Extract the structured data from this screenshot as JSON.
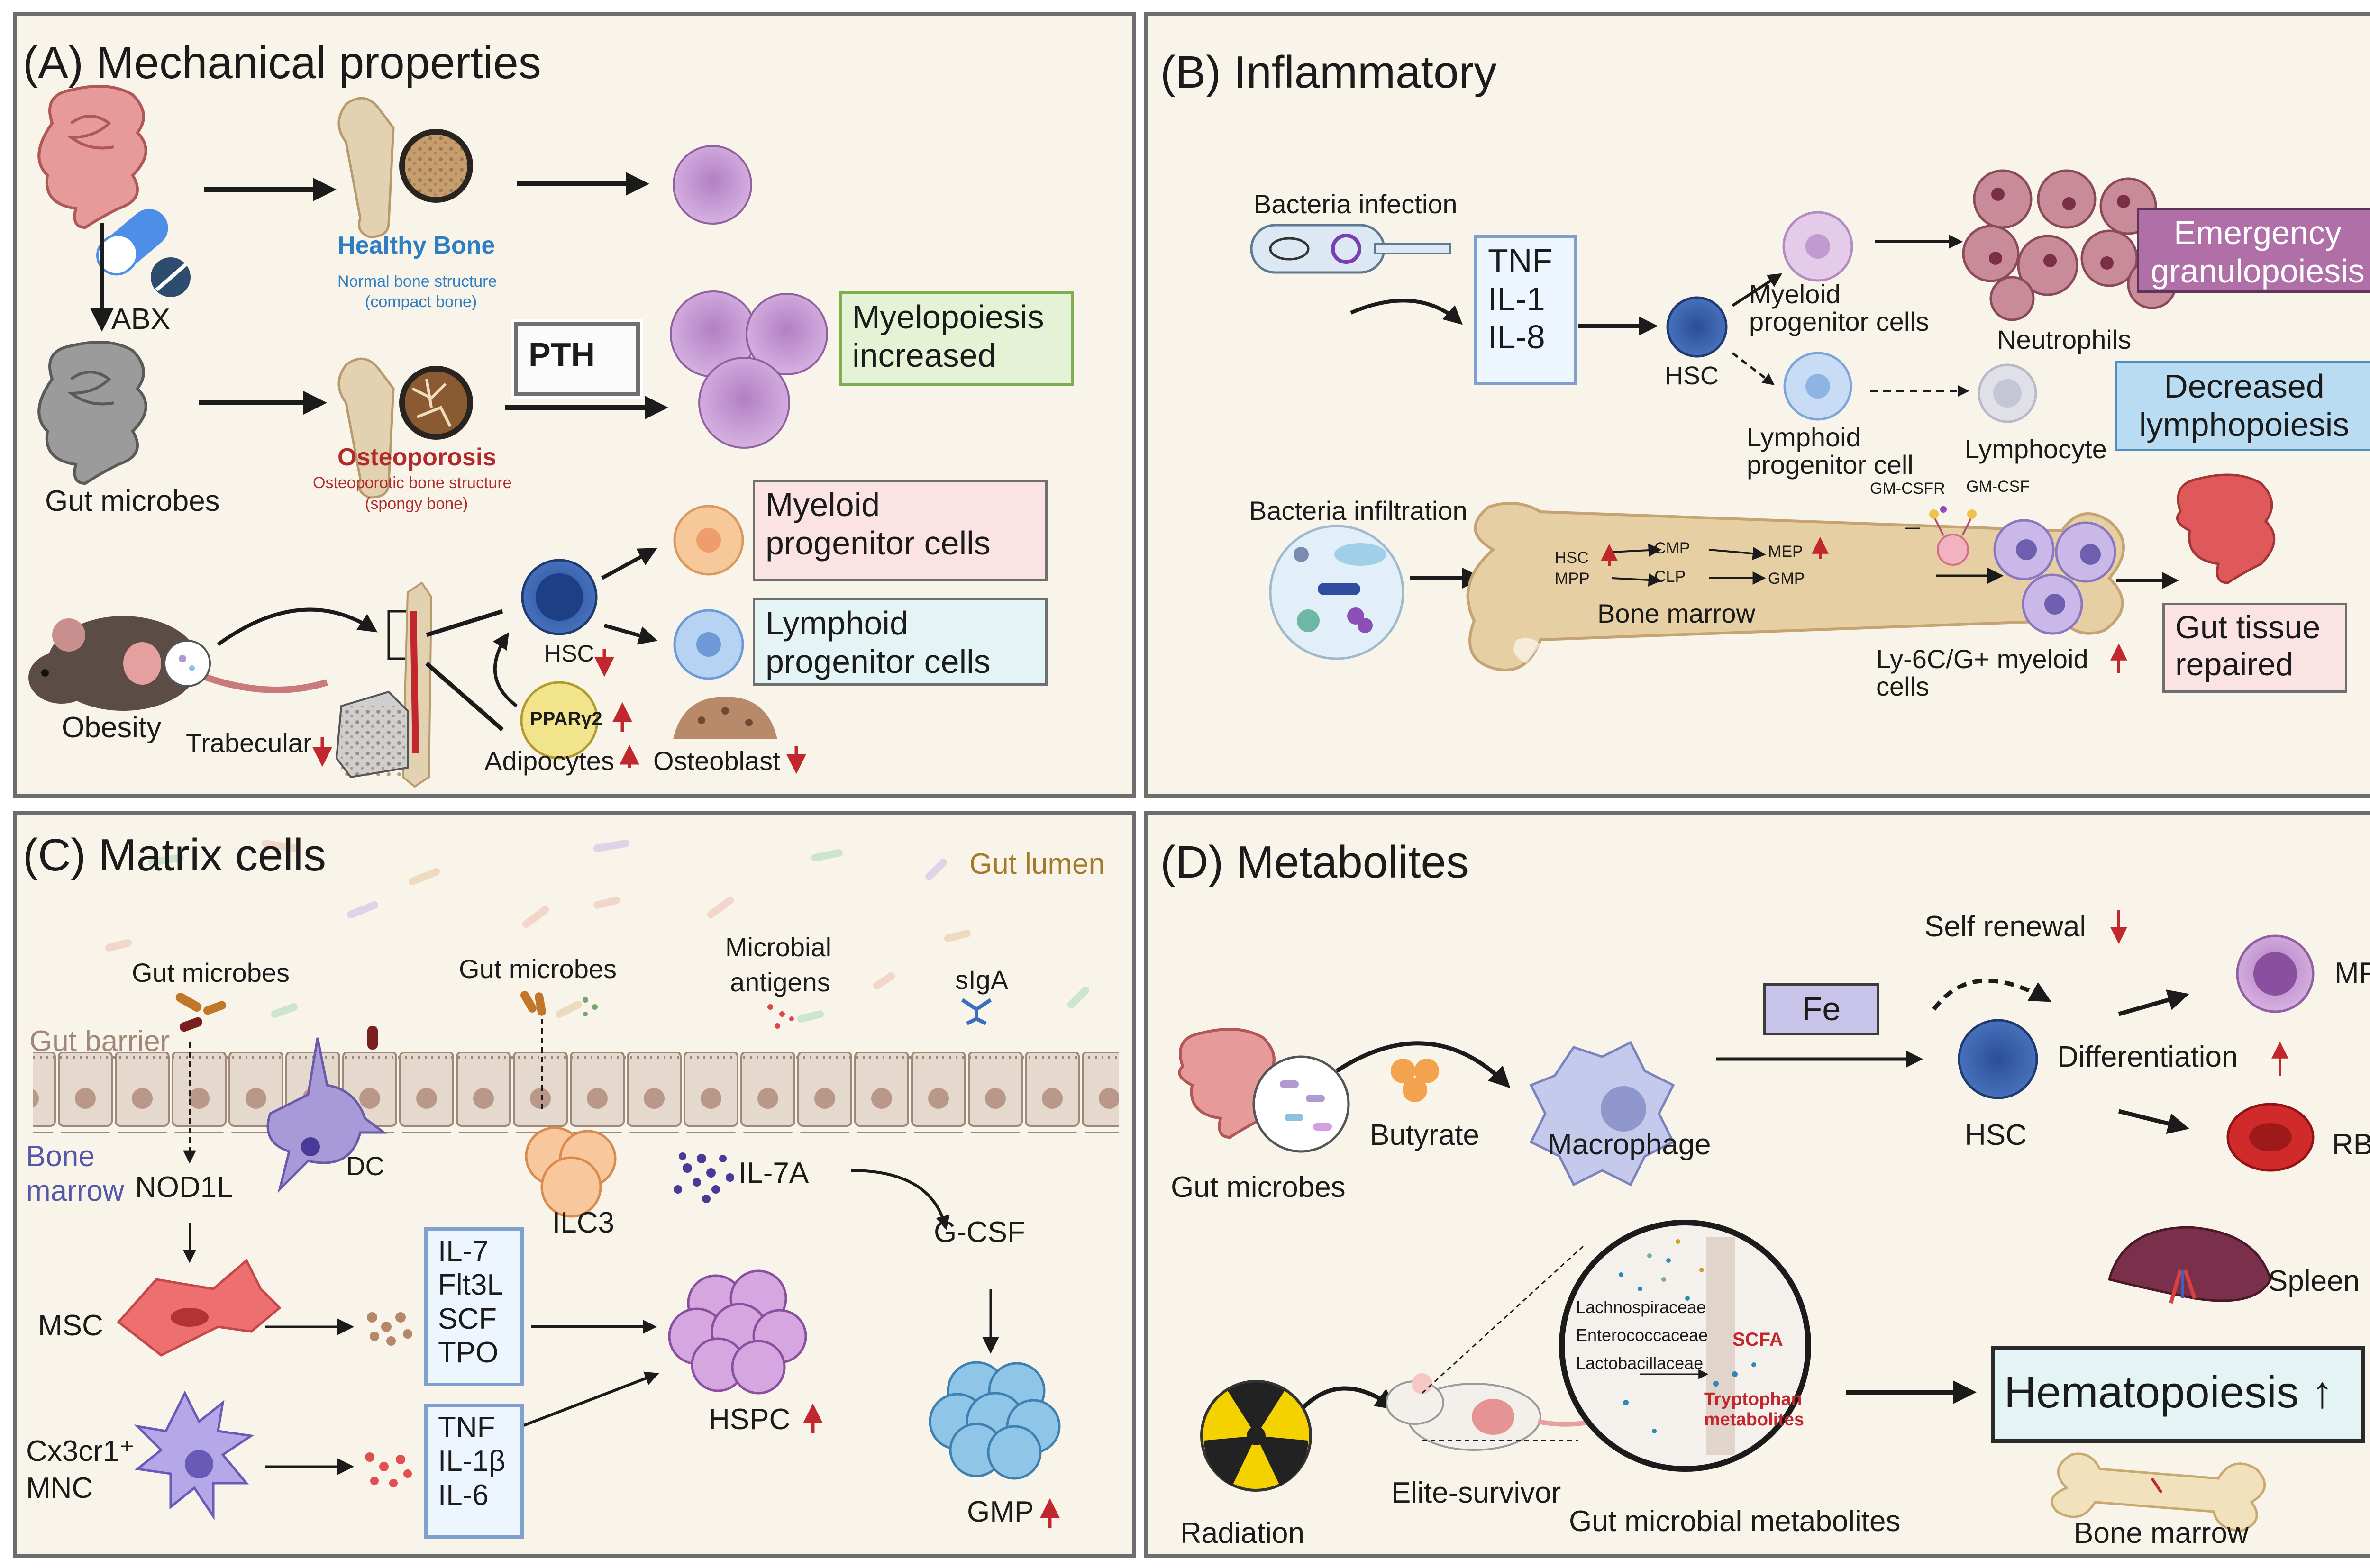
{
  "colors": {
    "panel_bg": "#f8f4ea",
    "panel_border": "#6d6d6d",
    "red_arrow": "#c1272d",
    "healthy_blue": "#2f7ec2",
    "osteo_red": "#b12b2b",
    "gut_lumen": "#a37a2a",
    "bone_marrow_label": "#5558a8"
  },
  "panelA": {
    "title": "(A) Mechanical properties",
    "abx": "ABX",
    "healthy_bone": "Healthy Bone",
    "healthy_desc1": "Normal bone structure",
    "healthy_desc2": "(compact bone)",
    "gut_microbes": "Gut microbes",
    "osteoporosis": "Osteoporosis",
    "osteo_desc1": "Osteoporotic bone structure",
    "osteo_desc2": "(spongy bone)",
    "pth": "PTH",
    "myelopoiesis": [
      "Myelopoiesis",
      "increased"
    ],
    "myeloid_box": [
      "Myeloid",
      "progenitor cells"
    ],
    "lymphoid_box": [
      "Lymphoid",
      "progenitor cells"
    ],
    "obesity": "Obesity",
    "trabecular": "Trabecular",
    "hsc": "HSC",
    "ppar": "PPARγ2",
    "adipocytes": "Adipocytes",
    "osteoblast": "Osteoblast"
  },
  "panelB": {
    "title": "(B) Inflammatory",
    "bacteria_infection": "Bacteria infection",
    "cytokines": [
      "TNF",
      "IL-1",
      "IL-8"
    ],
    "hsc": "HSC",
    "myeloid": [
      "Myeloid",
      "progenitor cells"
    ],
    "lymphoid": [
      "Lymphoid",
      "progenitor cell"
    ],
    "neutrophils": "Neutrophils",
    "lymphocyte": "Lymphocyte",
    "emergency": [
      "Emergency",
      "granulopoiesis"
    ],
    "decreased": [
      "Decreased",
      "lymphopoiesis"
    ],
    "bacteria_infiltration": "Bacteria infiltration",
    "marrow_labels": {
      "hsc": "HSC",
      "mpp": "MPP",
      "cmp": "CMP",
      "clp": "CLP",
      "mep": "MEP",
      "gmp": "GMP"
    },
    "bone_marrow": "Bone marrow",
    "gmcsfr": "GM-CSFR",
    "gmcsf": "GM-CSF",
    "ly6c": [
      "Ly-6C/G+ myeloid",
      "cells"
    ],
    "gut_tissue": [
      "Gut tissue",
      "repaired"
    ]
  },
  "panelC": {
    "title": "(C) Matrix cells",
    "gut_lumen": "Gut lumen",
    "gut_microbes_1": "Gut microbes",
    "gut_microbes_2": "Gut microbes",
    "microbial_antigens": [
      "Microbial",
      "antigens"
    ],
    "siga": "sIgA",
    "gut_barrier": "Gut barrier",
    "bone_marrow": [
      "Bone",
      "marrow"
    ],
    "nod1l": "NOD1L",
    "dc": "DC",
    "ilc3": "ILC3",
    "il7a": "IL-7A",
    "gcsf": "G-CSF",
    "msc": "MSC",
    "factors1": [
      "IL-7",
      "Flt3L",
      "SCF",
      "TPO"
    ],
    "factors2": [
      "TNF",
      "IL-1β",
      "IL-6"
    ],
    "cx3cr1": [
      "Cx3cr1⁺",
      "MNC"
    ],
    "hspc": "HSPC",
    "gmp": "GMP"
  },
  "panelD": {
    "title": "(D) Metabolites",
    "self_renewal": "Self renewal",
    "fe": "Fe",
    "mpp": "MPP",
    "differentiation": "Differentiation",
    "butyrate": "Butyrate",
    "macrophage": "Macrophage",
    "hsc": "HSC",
    "rbc": "RBC",
    "gut_microbes": "Gut microbes",
    "spleen": "Spleen",
    "bacteria_list": [
      "Lachnospiraceae",
      "Enterococcaceae",
      "Lactobacillaceae"
    ],
    "scfa": "SCFA",
    "tryptophan": [
      "Tryptophan",
      "metabolites"
    ],
    "hematopoiesis": "Hematopoiesis",
    "radiation": "Radiation",
    "elite_survivor": "Elite-survivor",
    "gut_microbial_metabolites": "Gut microbial metabolites",
    "bone_marrow": "Bone marrow"
  }
}
